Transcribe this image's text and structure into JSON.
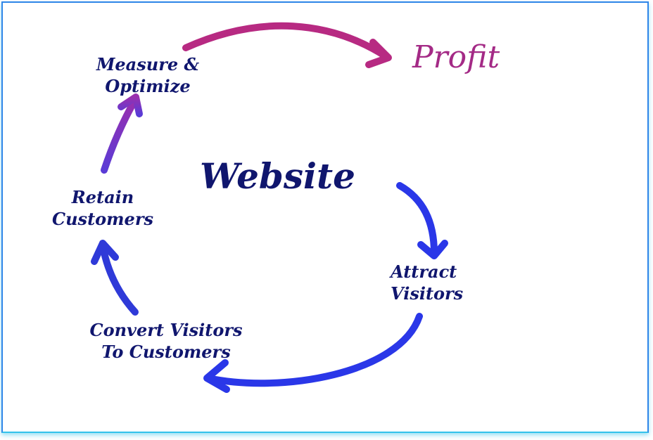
{
  "diagram": {
    "center": "Website",
    "result": "Profit",
    "steps": [
      {
        "line1": "Attract",
        "line2": "Visitors"
      },
      {
        "line1": "Convert Visitors",
        "line2": "To Customers"
      },
      {
        "line1": "Retain",
        "line2": "Customers"
      },
      {
        "line1": "Measure &",
        "line2": "Optimize"
      }
    ]
  },
  "colors": {
    "text": "#10166e",
    "profit": "#a42a86",
    "arrow_blue": "#2a37e8",
    "arrow_purple": "#8a2fb8",
    "arrow_magenta": "#b72a82",
    "frame_border": "#2f86e8"
  }
}
